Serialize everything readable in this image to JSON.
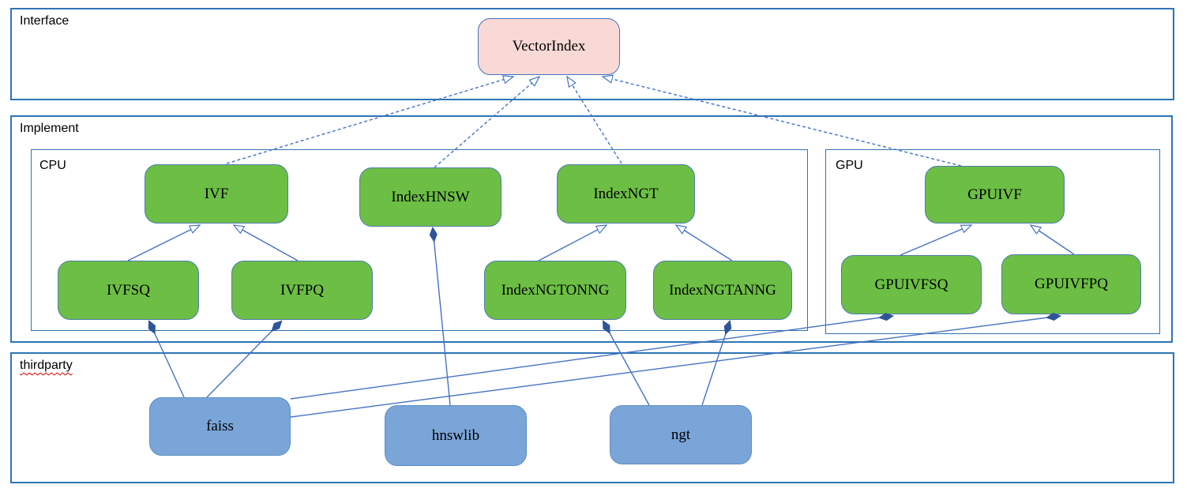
{
  "containers": {
    "interface": "Interface",
    "implement": "Implement",
    "cpu": "CPU",
    "gpu": "GPU",
    "thirdparty": "thirdparty"
  },
  "nodes": {
    "vectorindex": "VectorIndex",
    "ivf": "IVF",
    "indexhnsw": "IndexHNSW",
    "indexngt": "IndexNGT",
    "ivfsq": "IVFSQ",
    "ivfpq": "IVFPQ",
    "indexngtonng": "IndexNGTONNG",
    "indexngtanng": "IndexNGTANNG",
    "gpuivf": "GPUIVF",
    "gpuivfsq": "GPUIVFSQ",
    "gpuivfpq": "GPUIVFPQ",
    "faiss": "faiss",
    "hnswlib": "hnswlib",
    "ngt": "ngt"
  },
  "edges": {
    "realizations": [
      {
        "from": "IVF",
        "to": "VectorIndex",
        "style": "dashed-open-arrow"
      },
      {
        "from": "IndexHNSW",
        "to": "VectorIndex",
        "style": "dashed-open-arrow"
      },
      {
        "from": "IndexNGT",
        "to": "VectorIndex",
        "style": "dashed-open-arrow"
      },
      {
        "from": "GPUIVF",
        "to": "VectorIndex",
        "style": "dashed-open-arrow"
      }
    ],
    "generalizations": [
      {
        "from": "IVFSQ",
        "to": "IVF",
        "style": "solid-open-arrow"
      },
      {
        "from": "IVFPQ",
        "to": "IVF",
        "style": "solid-open-arrow"
      },
      {
        "from": "IndexNGTONNG",
        "to": "IndexNGT",
        "style": "solid-open-arrow"
      },
      {
        "from": "IndexNGTANNG",
        "to": "IndexNGT",
        "style": "solid-open-arrow"
      },
      {
        "from": "GPUIVFSQ",
        "to": "GPUIVF",
        "style": "solid-open-arrow"
      },
      {
        "from": "GPUIVFPQ",
        "to": "GPUIVF",
        "style": "solid-open-arrow"
      }
    ],
    "compositions": [
      {
        "owner": "IVFSQ",
        "part": "faiss",
        "style": "filled-diamond"
      },
      {
        "owner": "IVFPQ",
        "part": "faiss",
        "style": "filled-diamond"
      },
      {
        "owner": "IndexHNSW",
        "part": "hnswlib",
        "style": "filled-diamond"
      },
      {
        "owner": "IndexNGTONNG",
        "part": "ngt",
        "style": "filled-diamond"
      },
      {
        "owner": "IndexNGTANNG",
        "part": "ngt",
        "style": "filled-diamond"
      },
      {
        "owner": "GPUIVFSQ",
        "part": "faiss",
        "style": "filled-diamond"
      },
      {
        "owner": "GPUIVFPQ",
        "part": "faiss",
        "style": "filled-diamond"
      }
    ]
  },
  "colors": {
    "canvas_background": "#ffffff",
    "container_border": "#2e74b5",
    "implement_node_fill": "#6cbe45",
    "interface_node_fill": "#f9d9d6",
    "thirdparty_node_fill": "#7aa5d8",
    "connector": "#4472c4",
    "diamond_fill": "#2f5597",
    "spellcheck_underline": "#d40000",
    "text": "#000000"
  }
}
